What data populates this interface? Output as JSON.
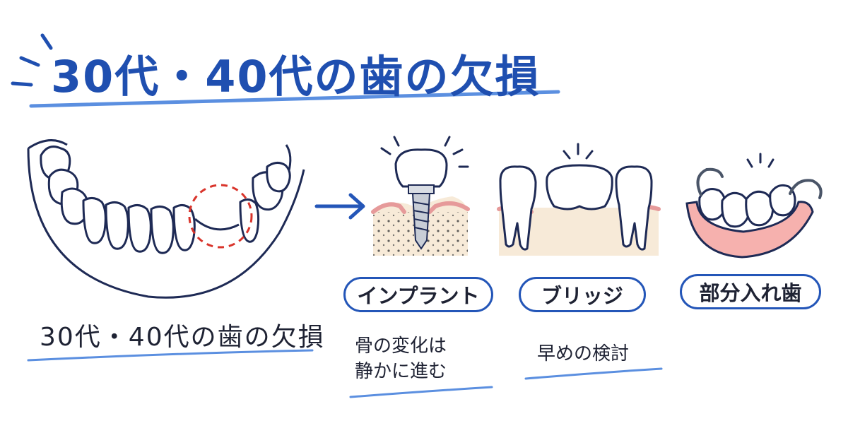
{
  "title": "30代・40代の歯の欠損",
  "caption": "30代・40代の歯の欠損",
  "options": [
    {
      "id": "implant",
      "label": "インプラント",
      "note_lines": [
        "骨の変化は",
        "静かに進む"
      ]
    },
    {
      "id": "bridge",
      "label": "ブリッジ",
      "note_lines": [
        "早めの検討"
      ]
    },
    {
      "id": "partial",
      "label": "部分入れ歯",
      "note_lines": []
    }
  ],
  "colors": {
    "accent_blue": "#1f4fb0",
    "underline_blue": "#5b8fe0",
    "ink": "#1e2233",
    "gum_pink": "#f2b8b5",
    "missing_marker_red": "#d9342b"
  },
  "icons": [
    "lower-jaw-icon",
    "missing-tooth-marker-icon",
    "arrow-right-icon",
    "dental-implant-icon",
    "dental-bridge-icon",
    "partial-denture-icon",
    "sparkle-icon"
  ]
}
